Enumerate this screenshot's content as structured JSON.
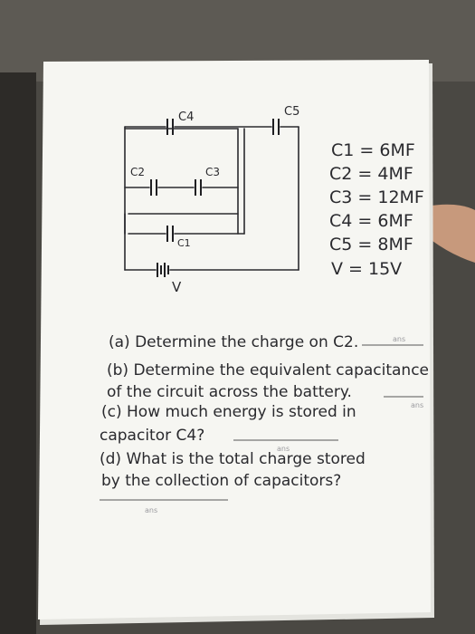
{
  "photo": {
    "background_color": "#4a4843",
    "paper_color": "#f6f6f2"
  },
  "circuit": {
    "labels": {
      "c4": "C4",
      "c5": "C5",
      "c2": "C2",
      "c3": "C3",
      "c1": "C1",
      "v": "V"
    }
  },
  "values": [
    {
      "id": "c1",
      "text": "C1 = 6MF"
    },
    {
      "id": "c2",
      "text": "C2 = 4MF"
    },
    {
      "id": "c3",
      "text": "C3 = 12MF"
    },
    {
      "id": "c4",
      "text": "C4 = 6MF"
    },
    {
      "id": "c5",
      "text": "C5 = 8MF"
    },
    {
      "id": "v",
      "text": "V = 15V"
    }
  ],
  "questions": {
    "a": "(a) Determine the charge on C2.",
    "b_line1": "(b) Determine the equivalent capacitance",
    "b_line2": "of the circuit across the battery.",
    "c_line1": "(c) How much energy is stored in",
    "c_line2": "capacitor C4?",
    "d_line1": "(d) What is the total charge stored",
    "d_line2": "by the collection of capacitors?",
    "ans_a": "ans",
    "ans_b": "ans",
    "ans_c": "ans",
    "ans_d": "ans"
  }
}
